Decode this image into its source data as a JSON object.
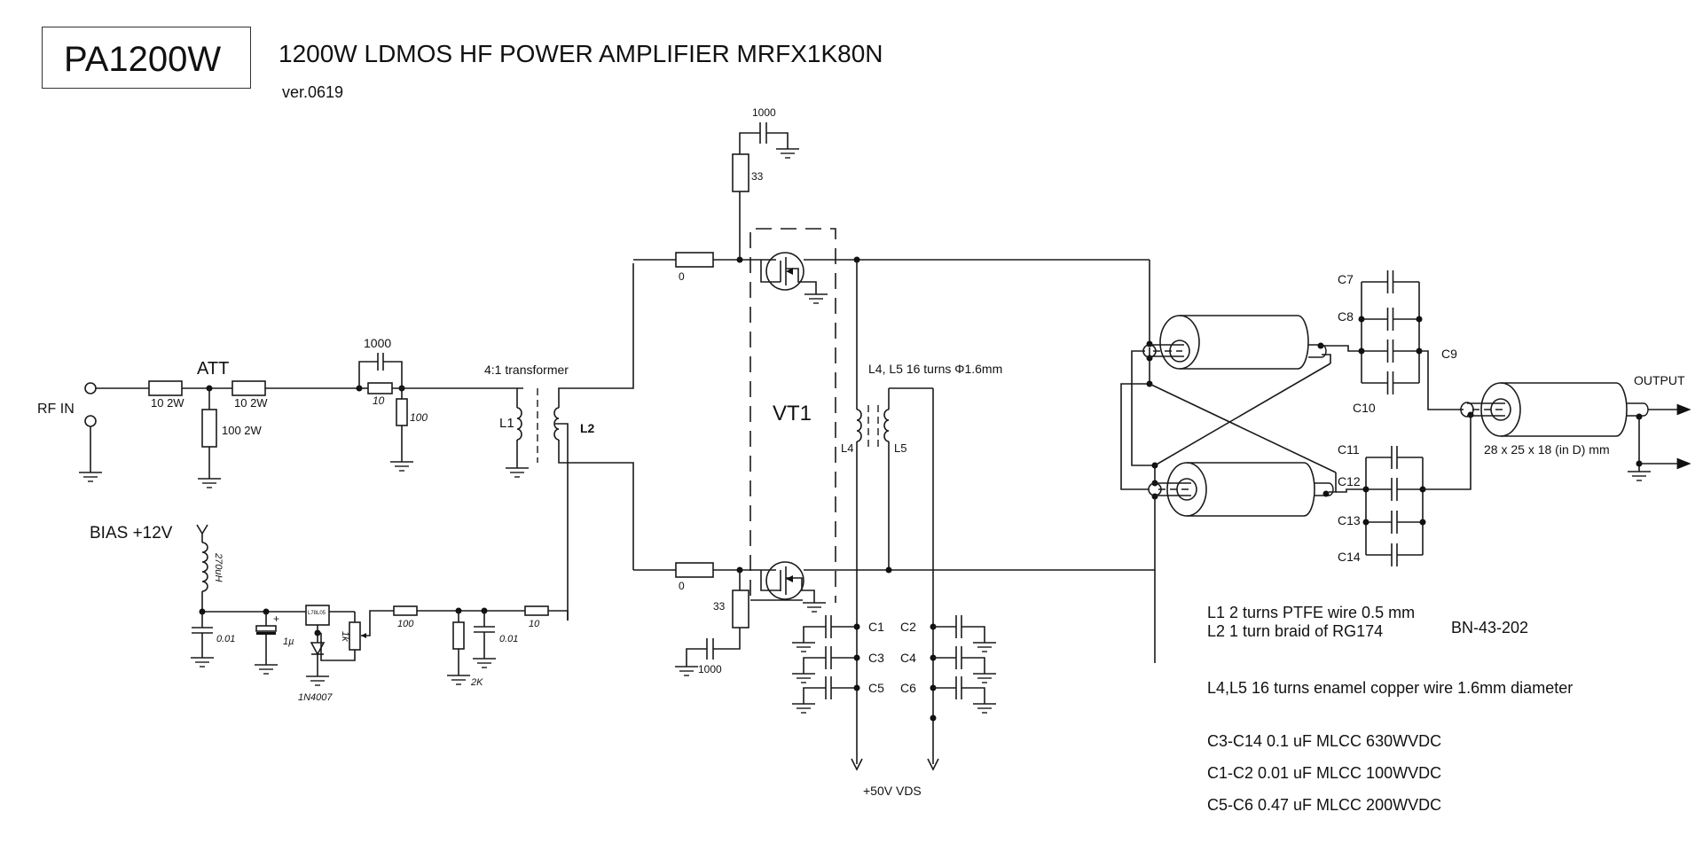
{
  "header": {
    "model": "PA1200W",
    "title": "1200W LDMOS HF POWER AMPLIFIER  MRFX1K80N",
    "version": "ver.0619"
  },
  "input": {
    "rf_in": "RF IN",
    "att": "ATT",
    "r_series_1": "10 2W",
    "r_series_2": "10 2W",
    "r_shunt": "100 2W",
    "cap_1000": "1000",
    "r_10": "10",
    "r_100": "100",
    "transformer": "4:1 transformer",
    "l1": "L1",
    "l2": "L2"
  },
  "bias": {
    "label": "BIAS  +12V",
    "choke": "270uH",
    "c1": "0.01",
    "c2": "1µ",
    "regulator": "L78L05",
    "diode": "1N4007",
    "pot": "1k",
    "r_100": "100",
    "r_2k": "2K",
    "c3": "0.01",
    "r_10": "10"
  },
  "gate": {
    "top_cap": "1000",
    "top_r": "33",
    "top_r0": "0",
    "bot_r0": "0",
    "bot_r": "33",
    "bot_cap": "1000",
    "device": "VT1"
  },
  "drain": {
    "choke_label": "L4, L5 16 turns Φ1.6mm",
    "l4": "L4",
    "l5": "L5",
    "caps_left": [
      "C1",
      "C3",
      "C5"
    ],
    "caps_right": [
      "C2",
      "C4",
      "C6"
    ],
    "supply": "+50V VDS"
  },
  "output": {
    "caps_top": [
      "C7",
      "C8",
      "C9",
      "C10"
    ],
    "caps_bot": [
      "C11",
      "C12",
      "C13",
      "C14"
    ],
    "label": "OUTPUT",
    "core_dims": "28 x 25 x 18 (in D) mm"
  },
  "notes": [
    "L1  2 turns PTFE wire 0.5 mm",
    "L2  1 turn   braid of RG174",
    "BN-43-202",
    "L4,L5  16 turns enamel copper wire 1.6mm diameter",
    "C3-C14  0.1 uF MLCC 630WVDC",
    "C1-C2  0.01 uF MLCC 100WVDC",
    "C5-C6  0.47 uF MLCC 200WVDC"
  ]
}
